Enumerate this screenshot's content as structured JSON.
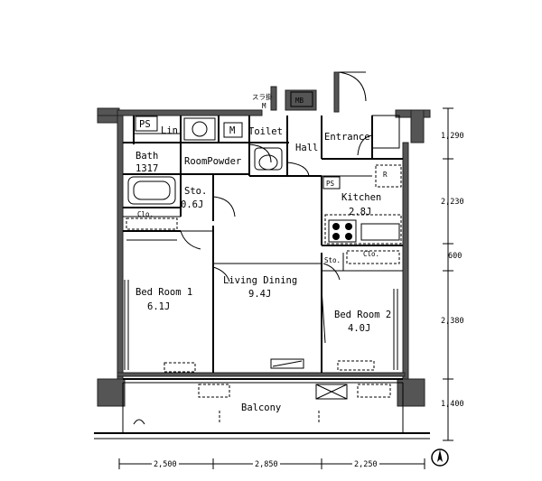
{
  "rooms": {
    "ps_top": "PS",
    "lin": "Lin",
    "bath": "Bath",
    "bath_size": "1317",
    "room_powder": "RoomPowder",
    "m_label": "M",
    "toilet": "Toilet",
    "hall": "Hall",
    "entrance": "Entrance",
    "mb": "MB",
    "mb_top": "スラ掛\nM",
    "kitchen": "Kitchen",
    "kitchen_size": "2.8J",
    "ps_kitchen": "PS",
    "sto1": "Sto.",
    "sto1_size": "0.6J",
    "clo1": "Clo.",
    "clo2": "Clo.",
    "sto2": "Sto.",
    "living": "Living Dining",
    "living_size": "9.4J",
    "bed1": "Bed Room 1",
    "bed1_size": "6.1J",
    "bed2": "Bed Room 2",
    "bed2_size": "4.0J",
    "balcony": "Balcony",
    "r_mark": "R"
  },
  "dimensions": {
    "right": [
      "1,290",
      "2,230",
      "600",
      "2,380",
      "1,400"
    ],
    "bottom": [
      "2,500",
      "2,850",
      "2,250"
    ]
  },
  "north_symbol": "north-arrow"
}
